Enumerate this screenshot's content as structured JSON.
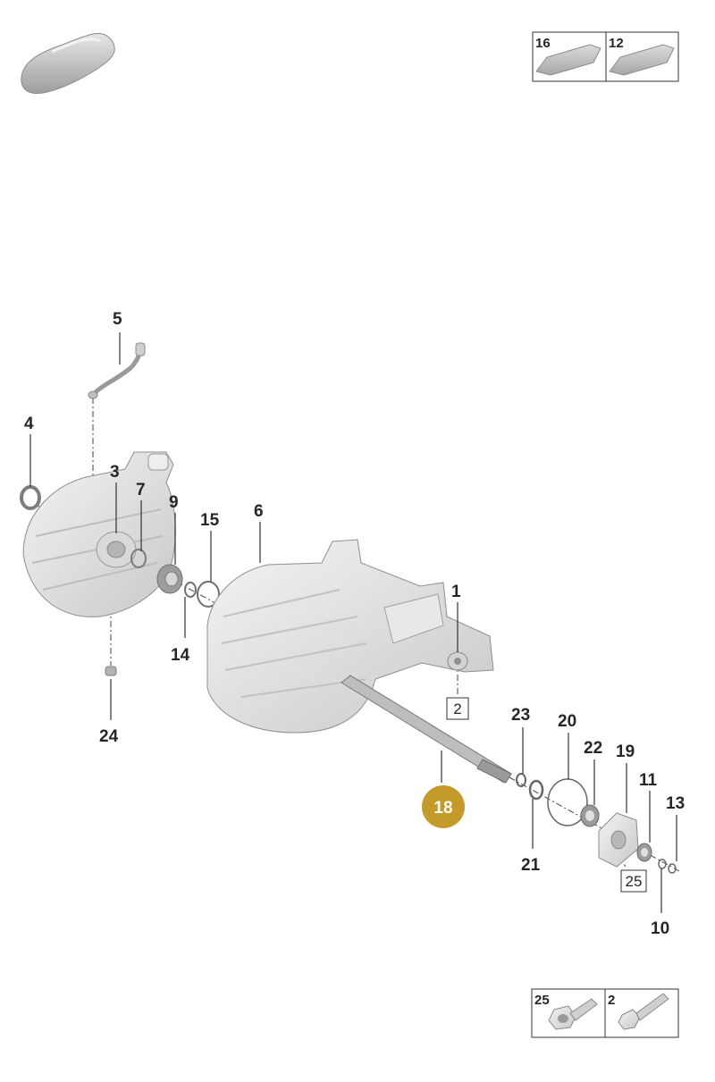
{
  "diagram": {
    "highlight_color": "#c49a2a",
    "callouts": {
      "c1": "1",
      "c3": "3",
      "c4": "4",
      "c5": "5",
      "c6": "6",
      "c7": "7",
      "c9": "9",
      "c10": "10",
      "c11": "11",
      "c13": "13",
      "c14": "14",
      "c15": "15",
      "c19": "19",
      "c20": "20",
      "c21": "21",
      "c22": "22",
      "c23": "23",
      "c24": "24"
    },
    "boxed_refs": {
      "b2": "2",
      "b25": "25"
    },
    "highlighted": "18"
  },
  "legend_top": {
    "left": "16",
    "right": "12"
  },
  "legend_bottom": {
    "left": "25",
    "right": "2"
  }
}
